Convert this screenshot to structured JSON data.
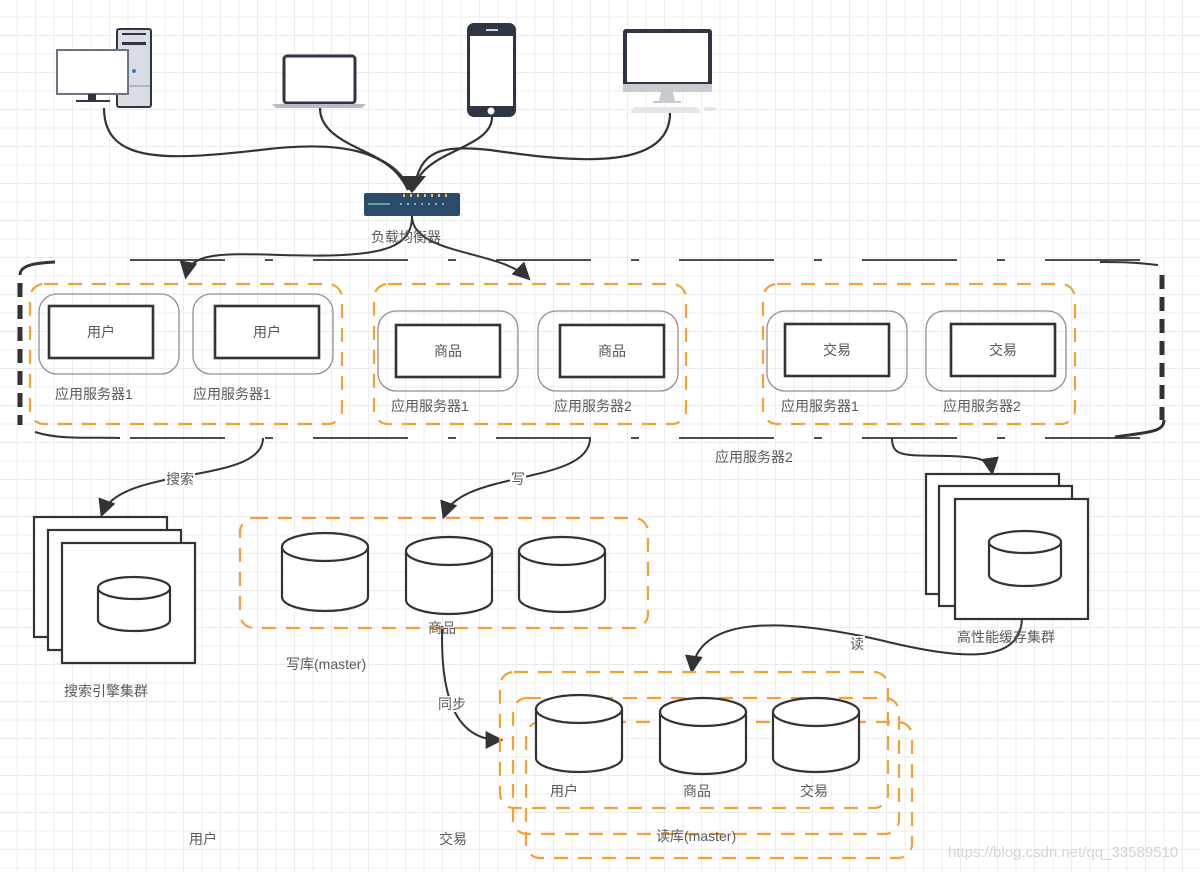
{
  "diagram": {
    "clients": [
      {
        "name": "desktop-pc",
        "icon": "desktop-tower-icon"
      },
      {
        "name": "laptop",
        "icon": "laptop-icon"
      },
      {
        "name": "mobile-phone",
        "icon": "smartphone-icon"
      },
      {
        "name": "imac",
        "icon": "monitor-keyboard-icon"
      }
    ],
    "load_balancer": {
      "label": "负载均衡器",
      "icon": "switch-icon"
    },
    "app_cluster": {
      "groups": [
        {
          "servers": [
            {
              "module": "用户",
              "label": "应用服务器1"
            },
            {
              "module": "用户",
              "label": "应用服务器1"
            }
          ]
        },
        {
          "servers": [
            {
              "module": "商品",
              "label": "应用服务器1"
            },
            {
              "module": "商品",
              "label": "应用服务器2"
            }
          ]
        },
        {
          "servers": [
            {
              "module": "交易",
              "label": "应用服务器1"
            },
            {
              "module": "交易",
              "label": "应用服务器2"
            }
          ]
        }
      ],
      "stray_label": "应用服务器2"
    },
    "edges": {
      "search": "搜索",
      "write": "写",
      "sync": "同步",
      "read": "读"
    },
    "search_cluster": {
      "label": "搜索引擎集群"
    },
    "write_db": {
      "label": "写库(master)",
      "center_label": "商品"
    },
    "cache_cluster": {
      "label": "高性能缓存集群"
    },
    "read_db": {
      "label": "读库(master)",
      "dbs": [
        "用户",
        "商品",
        "交易"
      ]
    },
    "stray_labels": [
      "用户",
      "交易"
    ],
    "watermark": "https://blog.csdn.net/qq_33589510",
    "colors": {
      "orange": "#f5a037",
      "line": "#333333",
      "server_border": "#a08a8a",
      "device_dark": "#2f3545",
      "lb_blue": "#2c4a6a"
    }
  }
}
